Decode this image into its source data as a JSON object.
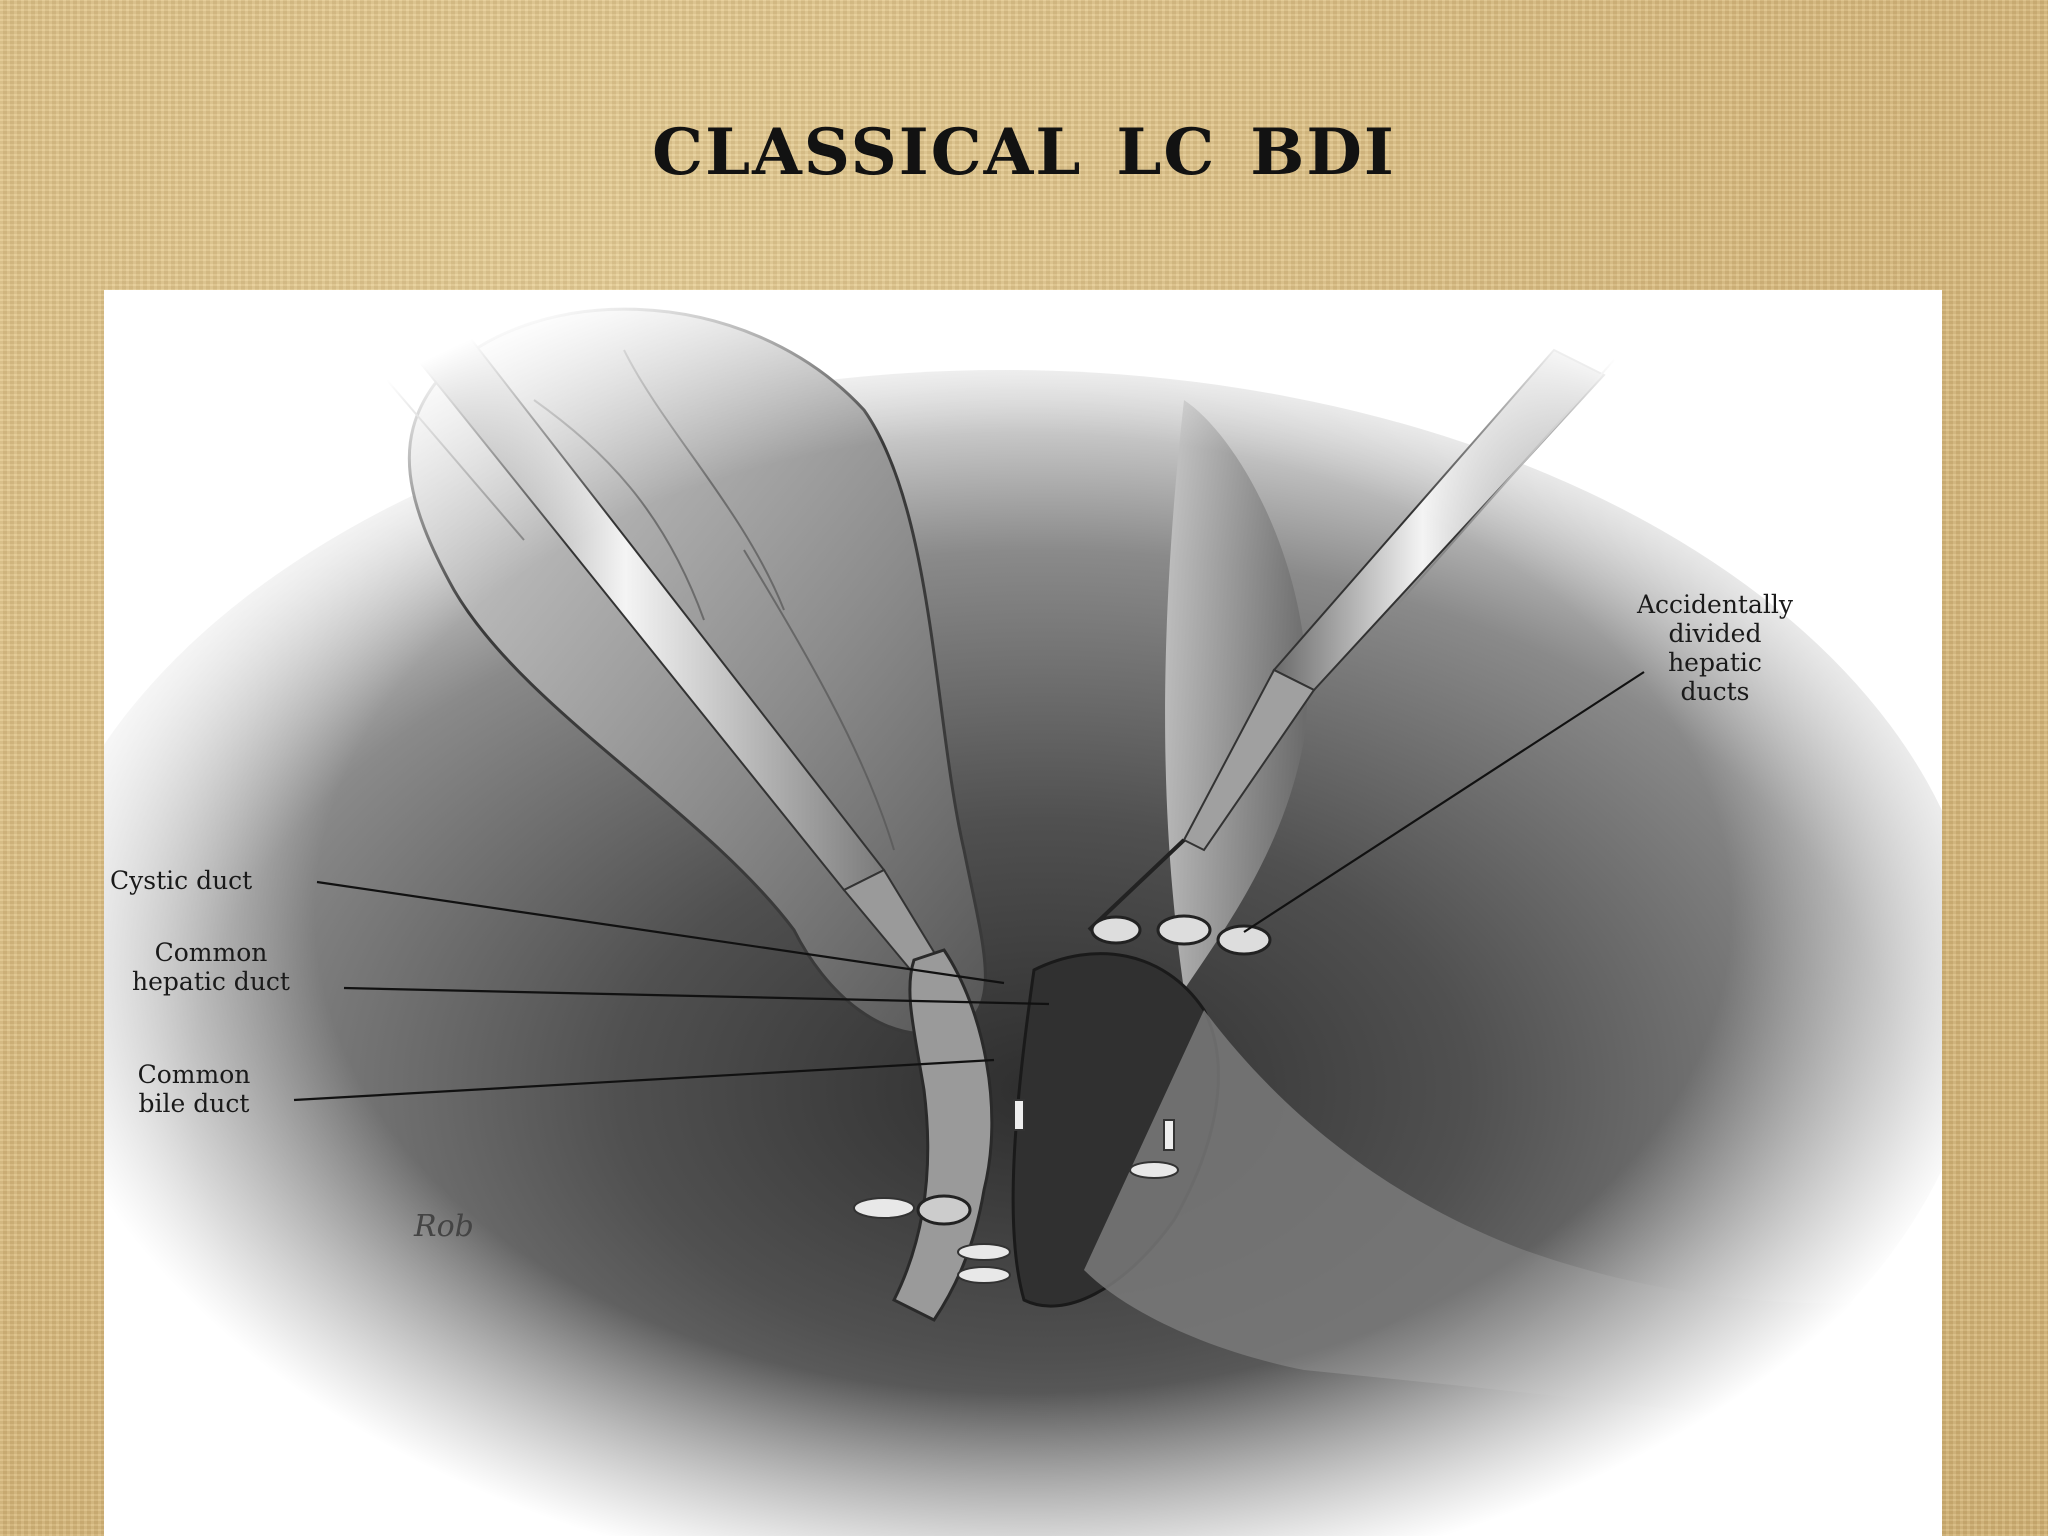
{
  "slide": {
    "title": "CLASSICAL LC BDI"
  },
  "illustration": {
    "labels": {
      "cystic_duct": "Cystic duct",
      "common_hepatic_duct": [
        "Common",
        "hepatic duct"
      ],
      "common_bile_duct": [
        "Common",
        "bile duct"
      ],
      "divided_hepatic_ducts": [
        "Accidentally",
        "divided",
        "hepatic",
        "ducts"
      ]
    },
    "artist_signature": "Rob"
  }
}
